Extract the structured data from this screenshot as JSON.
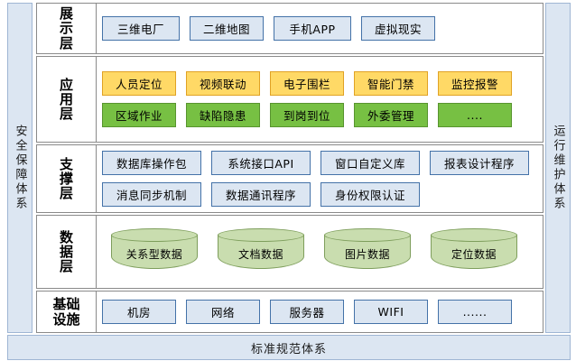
{
  "pillars": {
    "left": "安全保障体系",
    "right": "运行维护体系"
  },
  "bottom_bar": {
    "label": "标准规范体系"
  },
  "layers": [
    {
      "id": "presentation",
      "label": "展示层",
      "label_style": "stack1",
      "rows": [
        {
          "style": "blue",
          "items": [
            {
              "label": "三维电厂",
              "width": 86
            },
            {
              "label": "二维地图",
              "width": 82
            },
            {
              "label": "手机APP",
              "width": 86
            },
            {
              "label": "虚拟现实",
              "width": 82
            }
          ]
        }
      ]
    },
    {
      "id": "application",
      "label": "应用层",
      "label_style": "stack1",
      "rows": [
        {
          "style": "yellow",
          "items": [
            {
              "label": "人员定位",
              "width": 82
            },
            {
              "label": "视频联动",
              "width": 82
            },
            {
              "label": "电子围栏",
              "width": 82
            },
            {
              "label": "智能门禁",
              "width": 82
            },
            {
              "label": "监控报警",
              "width": 82
            }
          ]
        },
        {
          "style": "green",
          "items": [
            {
              "label": "区域作业",
              "width": 82
            },
            {
              "label": "缺陷隐患",
              "width": 82
            },
            {
              "label": "到岗到位",
              "width": 82
            },
            {
              "label": "外委管理",
              "width": 82
            },
            {
              "label": "....",
              "width": 82
            }
          ]
        }
      ]
    },
    {
      "id": "support",
      "label": "支撑层",
      "label_style": "stack1",
      "rows": [
        {
          "style": "blue",
          "items": [
            {
              "label": "数据库操作包",
              "width": 110
            },
            {
              "label": "系统接口API",
              "width": 110
            },
            {
              "label": "窗口自定义库",
              "width": 110
            },
            {
              "label": "报表设计程序",
              "width": 110
            }
          ]
        },
        {
          "style": "blue",
          "items": [
            {
              "label": "消息同步机制",
              "width": 110
            },
            {
              "label": "数据通讯程序",
              "width": 110
            },
            {
              "label": "身份权限认证",
              "width": 110
            }
          ]
        }
      ]
    },
    {
      "id": "data",
      "label": "数据层",
      "label_style": "stack1",
      "rows": [
        {
          "style": "cylinder",
          "items": [
            {
              "label": "关系型数据"
            },
            {
              "label": "文档数据"
            },
            {
              "label": "图片数据"
            },
            {
              "label": "定位数据"
            }
          ]
        }
      ]
    },
    {
      "id": "infrastructure",
      "label": "基础设施",
      "label_style": "stack2",
      "rows": [
        {
          "style": "blue",
          "items": [
            {
              "label": "机房",
              "width": 82
            },
            {
              "label": "网络",
              "width": 82
            },
            {
              "label": "服务器",
              "width": 82
            },
            {
              "label": "WIFI",
              "width": 82
            },
            {
              "label": "......",
              "width": 82
            }
          ]
        }
      ]
    }
  ],
  "colors": {
    "pillar_fill": "#DCE6F2",
    "pillar_border": "#9FB6D4",
    "blue_fill": "#DCE6F2",
    "blue_border": "#4472A8",
    "yellow_fill": "#FFD966",
    "yellow_border": "#E0A225",
    "green_fill": "#77C043",
    "green_border": "#58942F",
    "cylinder_fill": "#C9DDAF",
    "cylinder_border": "#7E9E5C",
    "frame_border": "#8A8A8A"
  }
}
